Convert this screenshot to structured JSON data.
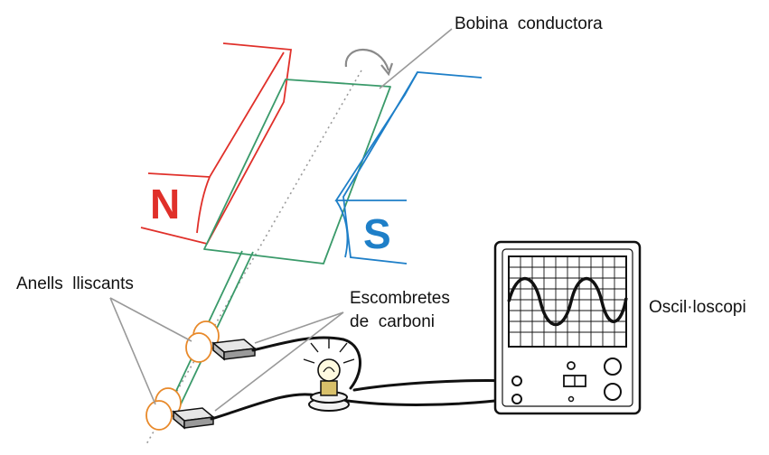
{
  "labels": {
    "coil": "Bobina  conductora",
    "slip_rings": "Anells  lliscants",
    "brushes_line1": "Escombretes",
    "brushes_line2": "de  carboni",
    "oscilloscope": "Oscil·loscopi"
  },
  "poles": {
    "north": "N",
    "south": "S"
  },
  "colors": {
    "north_pole": "#e0302a",
    "south_pole": "#1e7fc8",
    "coil": "#3a9a6a",
    "wire": "#111111",
    "slip_ring": "#e8892a",
    "leader_line": "#999999",
    "signal": "#111111"
  },
  "icons": {
    "rotation": "curved-arrow-icon",
    "bulb": "light-bulb-icon"
  }
}
